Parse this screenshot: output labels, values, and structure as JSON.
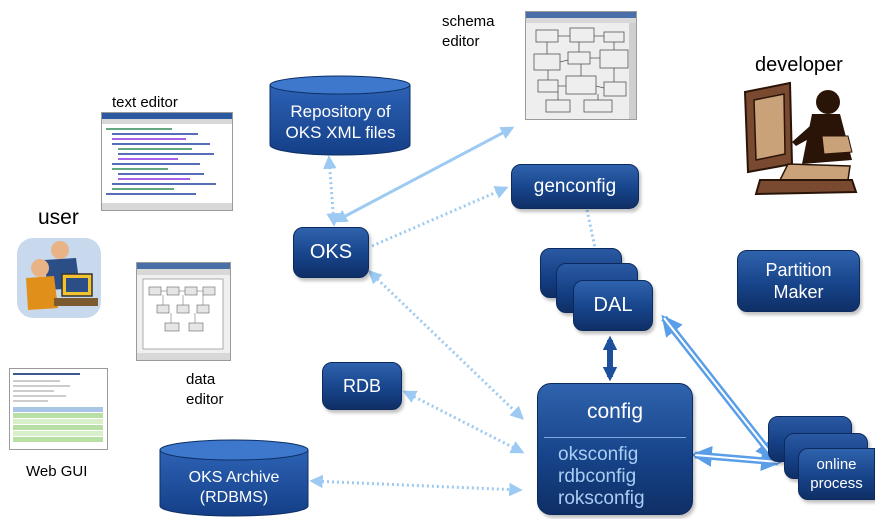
{
  "labels": {
    "schema_editor": [
      "schema",
      "editor"
    ],
    "developer": "developer",
    "text_editor": "text editor",
    "user": "user",
    "data_editor": [
      "data",
      "editor"
    ],
    "web_gui": "Web GUI"
  },
  "nodes": {
    "repository": [
      "Repository of",
      "OKS XML files"
    ],
    "genconfig": "genconfig",
    "oks": "OKS",
    "dal": "DAL",
    "partition_maker": [
      "Partition",
      "Maker"
    ],
    "rdb": "RDB",
    "config_title": "config",
    "config_items": [
      "oksconfig",
      "rdbconfig",
      "roksconfig"
    ],
    "oks_archive": [
      "OKS Archive",
      "(RDBMS)"
    ],
    "online_process": [
      "online",
      "process"
    ]
  },
  "colors": {
    "box_fill": "#17448a",
    "box_text": "#ffffff",
    "config_item_text": "#a9cdf4",
    "light_arrow": "#9ccaf2",
    "dark_arrow": "#1d4f9c"
  },
  "icons": {
    "user": "user-at-computer-clipart",
    "developer": "developer-at-computer-clipart",
    "schema_editor": "schema-editor-screenshot",
    "text_editor": "text-editor-screenshot",
    "data_editor": "data-editor-screenshot",
    "web_gui": "web-gui-screenshot"
  }
}
